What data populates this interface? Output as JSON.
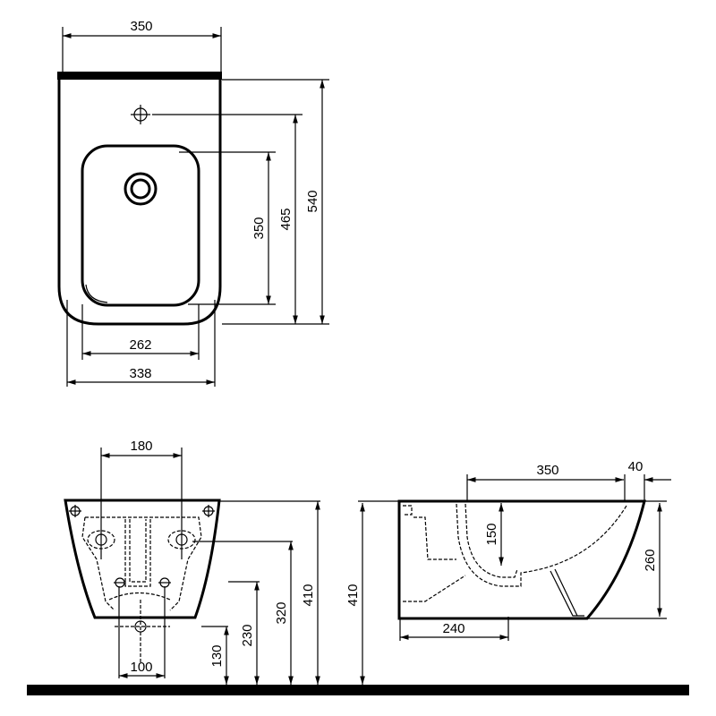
{
  "top_view": {
    "width_top": "350",
    "basin_width": "262",
    "width_bottom": "338",
    "basin_length": "350",
    "tap_to_front": "465",
    "total_length": "540"
  },
  "front_view": {
    "fixing_spacing": "180",
    "drain_spacing": "100",
    "height_130": "130",
    "height_230": "230",
    "height_320": "320",
    "height_410": "410"
  },
  "side_view": {
    "length_350": "350",
    "rim_40": "40",
    "depth_150": "150",
    "height_260": "260",
    "length_240": "240",
    "height_410": "410"
  },
  "colors": {
    "line": "#000000",
    "background": "#ffffff"
  }
}
